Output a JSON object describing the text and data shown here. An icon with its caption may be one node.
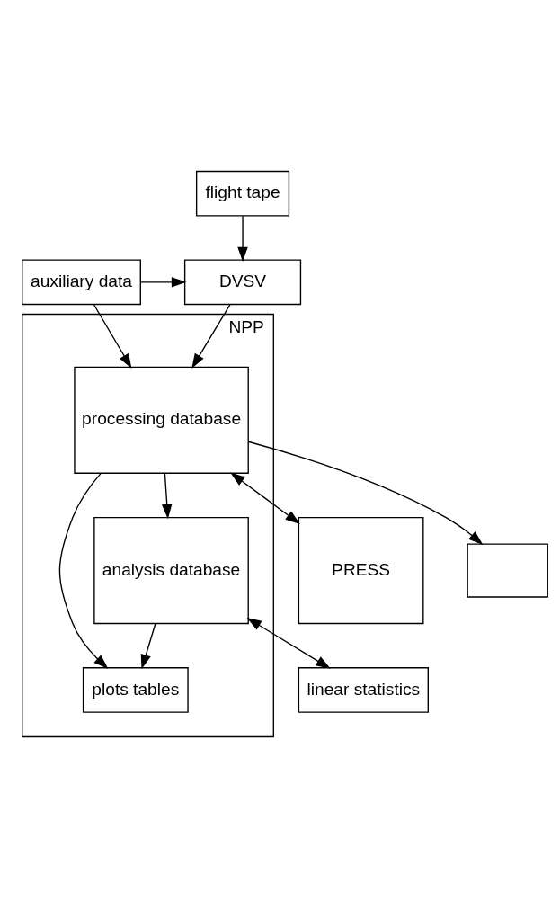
{
  "diagram": {
    "nodes": [
      {
        "text": [
          "flight tape"
        ]
      },
      {
        "text": [
          "DVSV"
        ]
      },
      {
        "text": [
          "auxiliary data"
        ]
      },
      {
        "text": [
          "NPP"
        ]
      },
      {
        "text": [
          "processing database"
        ],
        "in": 3
      },
      {
        "text": [
          "plots tables"
        ],
        "in": 3
      },
      {
        "text": [
          "analysis database"
        ],
        "in": 3
      },
      {
        "text": [
          "PRESS"
        ]
      },
      {
        "text": [
          "linear statistics"
        ]
      },
      {
        "text": [],
        "shape": "box"
      }
    ],
    "edges": [
      {
        "from": 0,
        "to": 1,
        "arrow": "to"
      },
      {
        "from": 2,
        "to": 1,
        "arrow": "to"
      },
      {
        "from": 1,
        "to": 4,
        "arrow": "to"
      },
      {
        "from": 2,
        "to": 4,
        "arrow": "to"
      },
      {
        "from": 4,
        "to": 7,
        "arrow": "both"
      },
      {
        "from": 4,
        "to": 5,
        "arrow": "to"
      },
      {
        "from": 6,
        "to": 5,
        "arrow": "to"
      },
      {
        "from": 4,
        "to": 6,
        "arrow": "to"
      },
      {
        "from": 6,
        "to": 8,
        "arrow": "both"
      },
      {
        "from": 4,
        "to": 9,
        "arrow": "to"
      }
    ]
  }
}
